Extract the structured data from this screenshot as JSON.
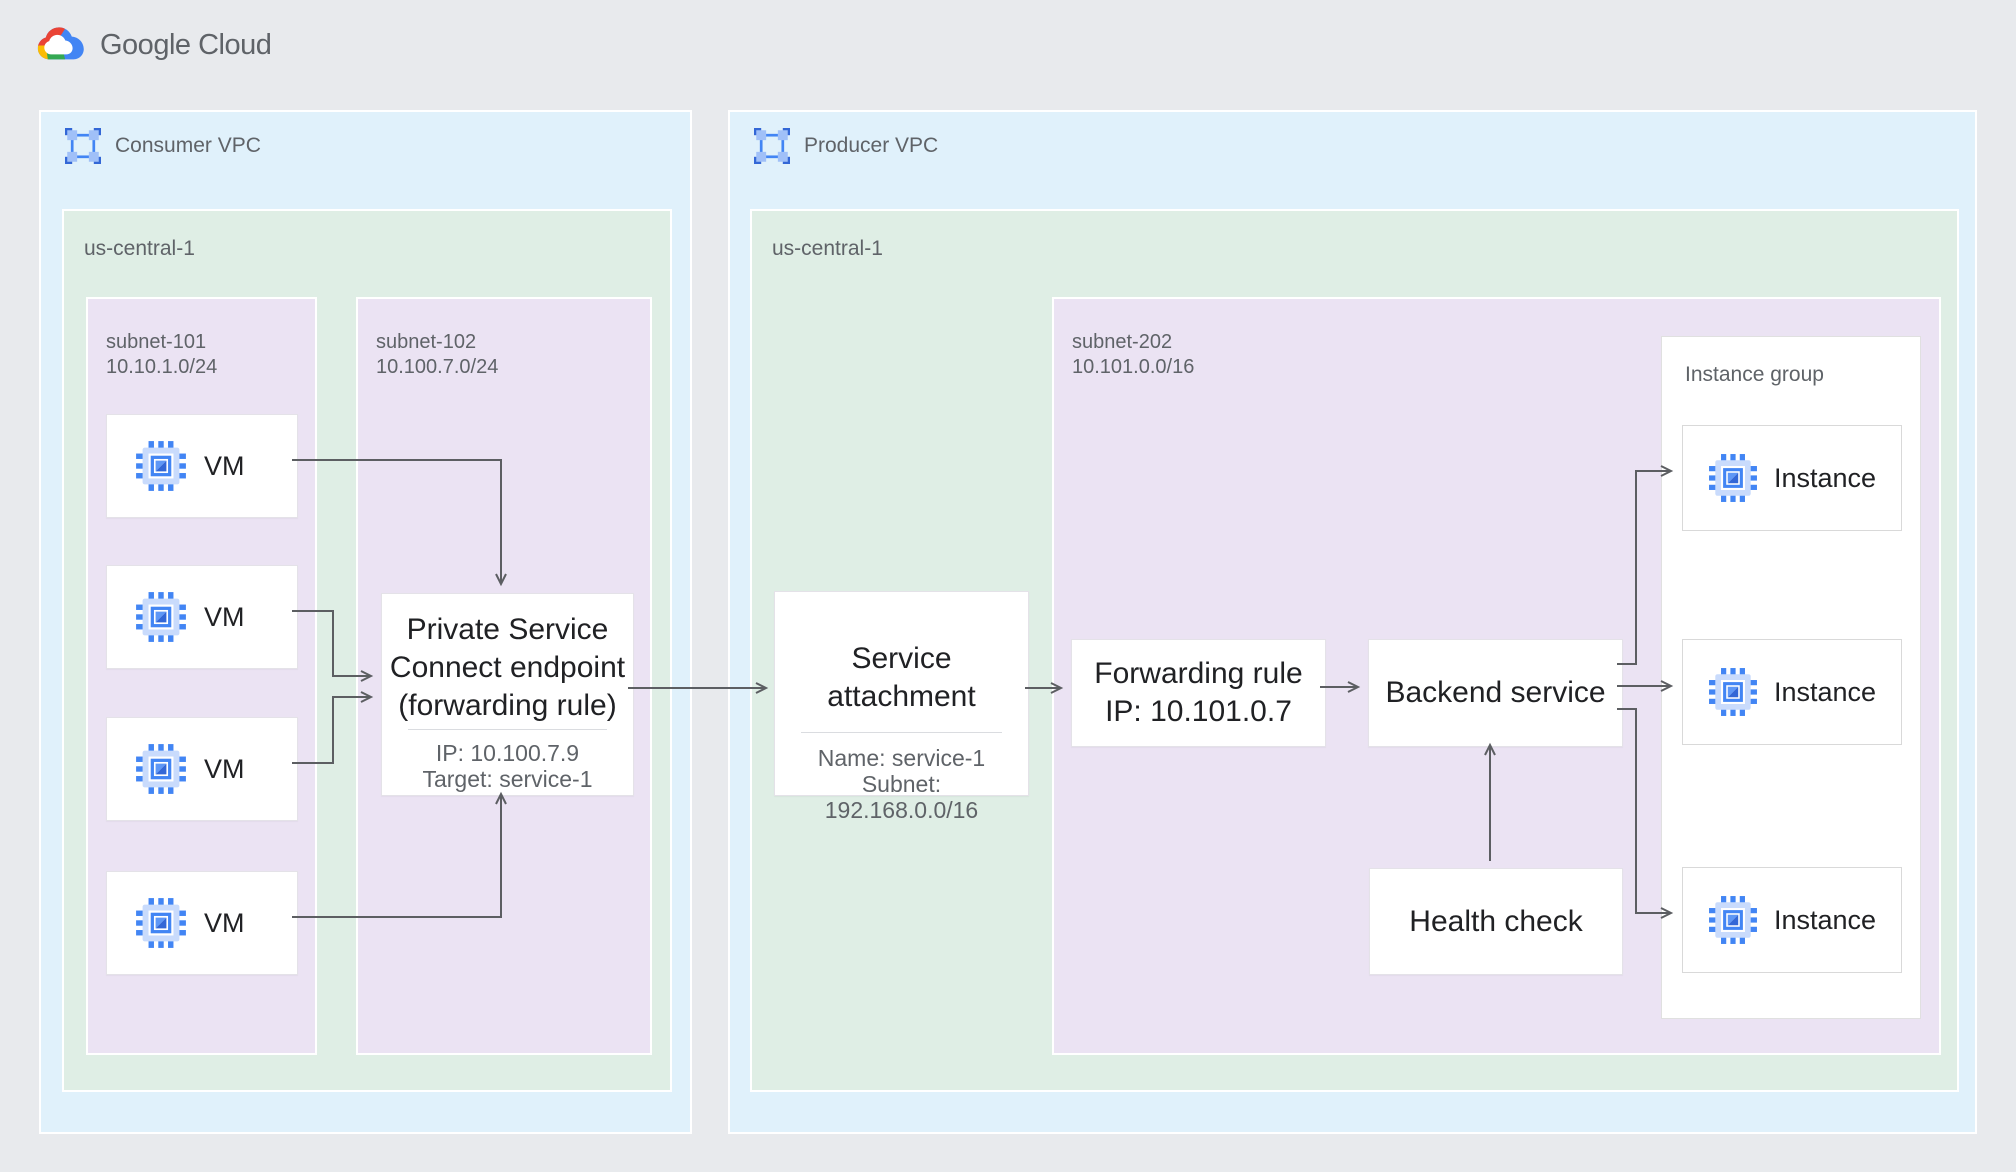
{
  "logo": {
    "google": "Google",
    "cloud": "Cloud"
  },
  "consumer_vpc": {
    "label": "Consumer VPC",
    "icon": "vpc-network-icon",
    "region_label": "us-central-1",
    "subnet_101": {
      "name": "subnet-101",
      "cidr": "10.10.1.0/24",
      "vms": [
        {
          "label": "VM",
          "icon": "compute-vm-icon"
        },
        {
          "label": "VM",
          "icon": "compute-vm-icon"
        },
        {
          "label": "VM",
          "icon": "compute-vm-icon"
        },
        {
          "label": "VM",
          "icon": "compute-vm-icon"
        }
      ]
    },
    "subnet_102": {
      "name": "subnet-102",
      "cidr": "10.100.7.0/24",
      "psc_endpoint": {
        "title_lines": [
          "Private Service",
          "Connect endpoint",
          "(forwarding rule)"
        ],
        "detail_lines": [
          "IP: 10.100.7.9",
          "Target: service-1"
        ]
      }
    }
  },
  "producer_vpc": {
    "label": "Producer VPC",
    "icon": "vpc-network-icon",
    "region_label": "us-central-1",
    "service_attachment": {
      "title": "Service attachment",
      "detail_lines": [
        "Name: service-1",
        "Subnet:",
        "192.168.0.0/16"
      ]
    },
    "subnet_202": {
      "name": "subnet-202",
      "cidr": "10.101.0.0/16",
      "forwarding_rule": {
        "lines": [
          "Forwarding rule",
          "IP: 10.101.0.7"
        ]
      },
      "backend_service": {
        "label": "Backend service"
      },
      "health_check": {
        "label": "Health check"
      },
      "instance_group": {
        "label": "Instance group",
        "instances": [
          {
            "label": "Instance",
            "icon": "compute-vm-icon"
          },
          {
            "label": "Instance",
            "icon": "compute-vm-icon"
          },
          {
            "label": "Instance",
            "icon": "compute-vm-icon"
          }
        ]
      }
    }
  },
  "colors": {
    "page_bg": "#e8eaed",
    "vpc_bg": "#e0f1fb",
    "region_bg": "#dfeee5",
    "subnet_bg": "#ebe3f3",
    "arrow": "#5c5e62",
    "text_dark": "#202124",
    "text_gray": "#5f6368",
    "google_blue": "#4285f4",
    "google_red": "#ea4335",
    "google_yellow": "#fbbc05",
    "google_green": "#34a853"
  }
}
